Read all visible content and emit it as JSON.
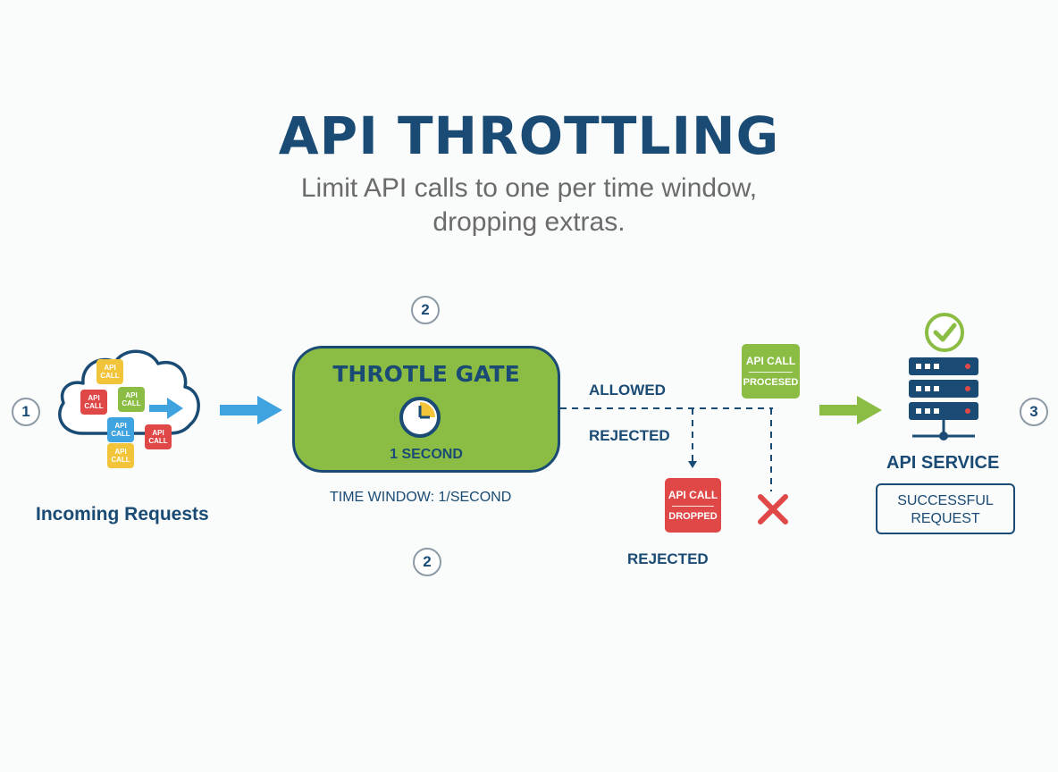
{
  "header": {
    "title": "API THROTTLING",
    "subtitle_line1": "Limit API calls to one per time window,",
    "subtitle_line2": "dropping extras."
  },
  "steps": {
    "one": "1",
    "two_top": "2",
    "two_bottom": "2",
    "three": "3"
  },
  "incoming": {
    "label": "Incoming Requests",
    "mini_cards": [
      {
        "line1": "API",
        "line2": "CALL",
        "color": "#f2c43a"
      },
      {
        "line1": "API",
        "line2": "CALL",
        "color": "#e04848"
      },
      {
        "line1": "API",
        "line2": "CALL",
        "color": "#8bbd45"
      },
      {
        "line1": "API",
        "line2": "CALL",
        "color": "#3fa3e0"
      },
      {
        "line1": "API",
        "line2": "CALL",
        "color": "#e04848"
      },
      {
        "line1": "API",
        "line2": "CALL",
        "color": "#f2c43a"
      }
    ]
  },
  "gate": {
    "title": "THROTLE GATE",
    "duration": "1 SECOND",
    "window_label": "TIME WINDOW: 1/SECOND"
  },
  "flow": {
    "allowed": "ALLOWED",
    "rejected": "REJECTED",
    "rejected_bottom": "REJECTED"
  },
  "processed_card": {
    "top": "API CALL",
    "bottom": "PROCESED"
  },
  "dropped_card": {
    "top": "API CALL",
    "bottom": "DROPPED"
  },
  "service": {
    "label": "API SERVICE",
    "result_line1": "SUCCESSFUL",
    "result_line2": "REQUEST"
  },
  "icons": [
    "cloud-icon",
    "arrow-right-icon",
    "clock-icon",
    "x-mark-icon",
    "server-icon",
    "checkmark-icon"
  ],
  "colors": {
    "navy": "#1a4b74",
    "green": "#8bbd45",
    "red": "#e04848",
    "blue": "#3fa3e0",
    "yellow": "#f2c43a"
  }
}
